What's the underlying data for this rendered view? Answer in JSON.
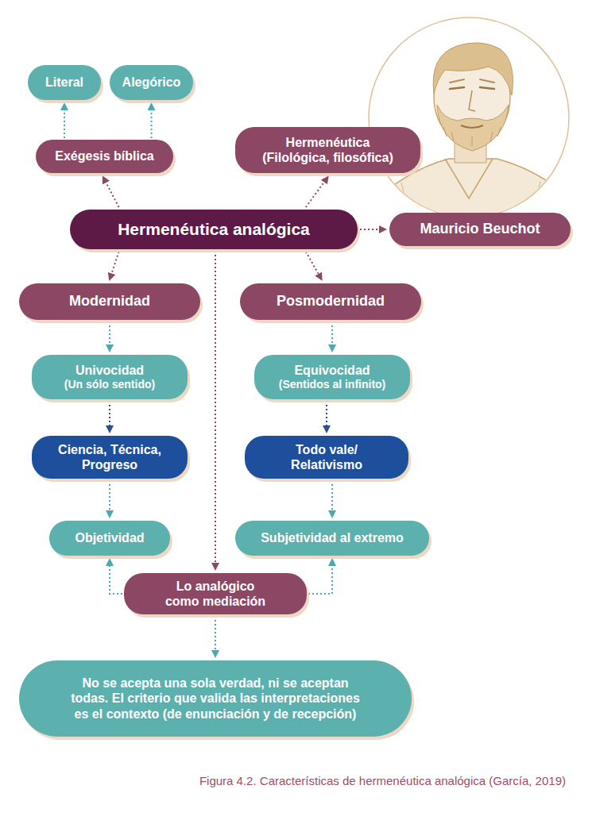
{
  "diagram": {
    "caption": "Figura 4.2. Características de hermenéutica analógica (García, 2019)",
    "nodes": [
      {
        "text": [
          "Literal"
        ]
      },
      {
        "text": [
          "Alegórico"
        ]
      },
      {
        "text": [
          "Exégesis bíblica"
        ]
      },
      {
        "text": [
          "Hermenéutica (Filológica, filosófica)"
        ]
      },
      {
        "text": [
          "Hermenéutica analógica"
        ]
      },
      {
        "text": [
          "Mauricio Beuchot"
        ]
      },
      {
        "text": [
          "Modernidad"
        ]
      },
      {
        "text": [
          "Posmodernidad"
        ]
      },
      {
        "text": [
          "Univocidad",
          "(Un sólo sentido)"
        ]
      },
      {
        "text": [
          "Equivocidad",
          "(Sentidos al infinito)"
        ]
      },
      {
        "text": [
          "Ciencia, Técnica, Progreso"
        ]
      },
      {
        "text": [
          "Todo vale/ Relativismo"
        ]
      },
      {
        "text": [
          "Objetividad"
        ]
      },
      {
        "text": [
          "Subjetividad al extremo"
        ]
      },
      {
        "text": [
          "Lo analógico como mediación"
        ]
      },
      {
        "text": [
          "No se acepta una sola verdad, ni se aceptan todas. El criterio que valida las interpretaciones es el contexto (de enunciación y de recepción)"
        ]
      }
    ],
    "edges": [
      {
        "from": 2,
        "to": 0,
        "arrow": "to"
      },
      {
        "from": 2,
        "to": 1,
        "arrow": "to"
      },
      {
        "from": 4,
        "to": 2,
        "arrow": "to"
      },
      {
        "from": 4,
        "to": 3,
        "arrow": "to"
      },
      {
        "from": 4,
        "to": 5,
        "arrow": "to"
      },
      {
        "from": 4,
        "to": 6,
        "arrow": "to"
      },
      {
        "from": 4,
        "to": 7,
        "arrow": "to"
      },
      {
        "from": 4,
        "to": 14,
        "arrow": "to"
      },
      {
        "from": 6,
        "to": 8,
        "arrow": "to"
      },
      {
        "from": 8,
        "to": 10,
        "arrow": "to"
      },
      {
        "from": 10,
        "to": 12,
        "arrow": "to"
      },
      {
        "from": 7,
        "to": 9,
        "arrow": "to"
      },
      {
        "from": 9,
        "to": 11,
        "arrow": "to"
      },
      {
        "from": 11,
        "to": 13,
        "arrow": "to"
      },
      {
        "from": 14,
        "to": 12,
        "arrow": "to"
      },
      {
        "from": 14,
        "to": 13,
        "arrow": "to"
      },
      {
        "from": 14,
        "to": 15,
        "arrow": "to"
      }
    ]
  }
}
